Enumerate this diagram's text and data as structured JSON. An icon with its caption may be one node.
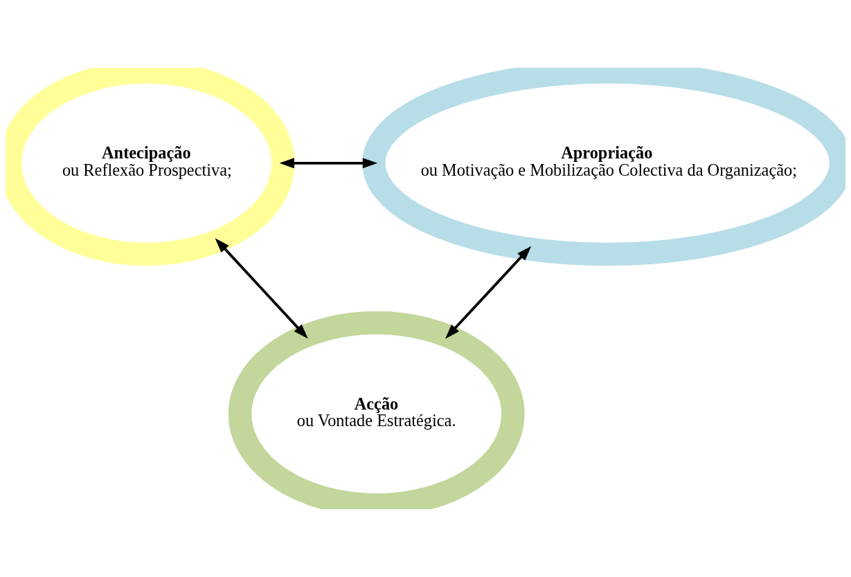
{
  "diagram": {
    "nodes": [
      {
        "text": [
          "Antecipação",
          "ou Reflexão Prospectiva;"
        ]
      },
      {
        "text": [
          "Apropriação",
          "ou Motivação e Mobilização Colectiva da Organização;"
        ]
      },
      {
        "text": [
          "Acção",
          "ou Vontade Estratégica."
        ]
      }
    ],
    "edges": [
      {
        "from": 0,
        "to": 1,
        "arrow": "both"
      },
      {
        "from": 0,
        "to": 2,
        "arrow": "both"
      },
      {
        "from": 1,
        "to": 2,
        "arrow": "both"
      }
    ]
  }
}
